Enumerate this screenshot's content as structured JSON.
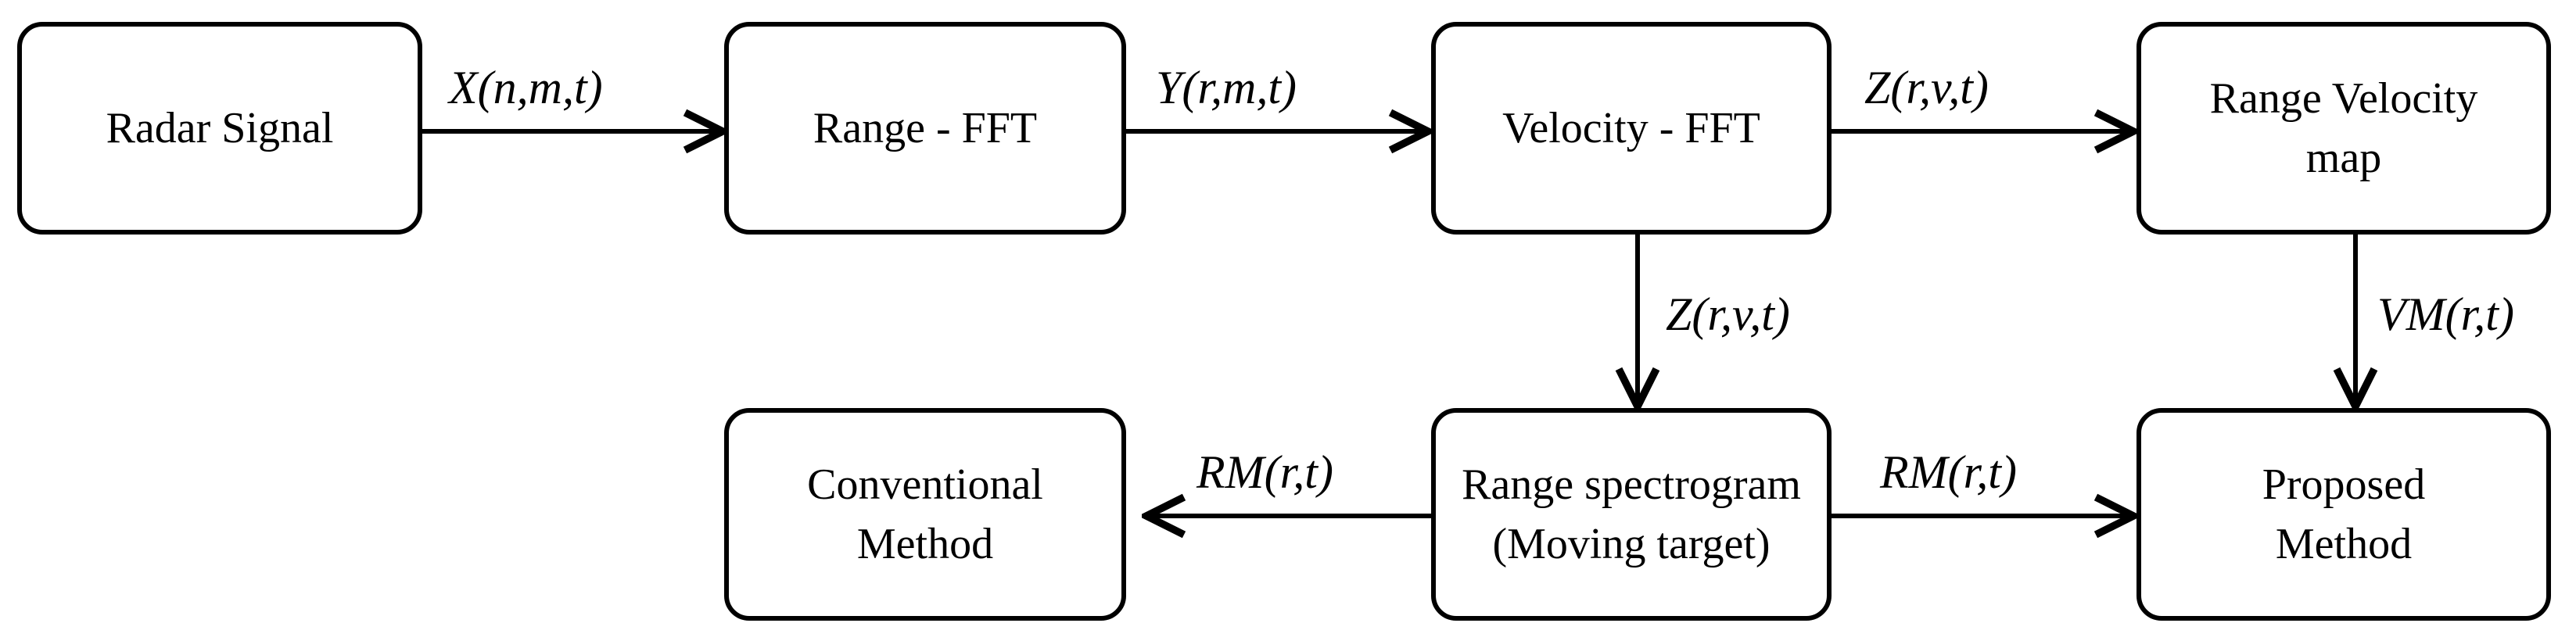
{
  "nodes": {
    "radar_signal": "Radar Signal",
    "range_fft": "Range - FFT",
    "velocity_fft": "Velocity - FFT",
    "range_velocity_map": "Range Velocity map",
    "range_spectrogram": "Range spectrogram (Moving target)",
    "conventional_method": "Conventional Method",
    "proposed_method": "Proposed Method"
  },
  "edges": {
    "radar_to_range": "X(n,m,t)",
    "range_to_velocity": "Y(r,m,t)",
    "velocity_to_map": "Z(r,v,t)",
    "velocity_to_spectrogram": "Z(r,v,t)",
    "map_to_proposed": "VM(r,t)",
    "spectrogram_to_conventional": "RM(r,t)",
    "spectrogram_to_proposed": "RM(r,t)"
  }
}
